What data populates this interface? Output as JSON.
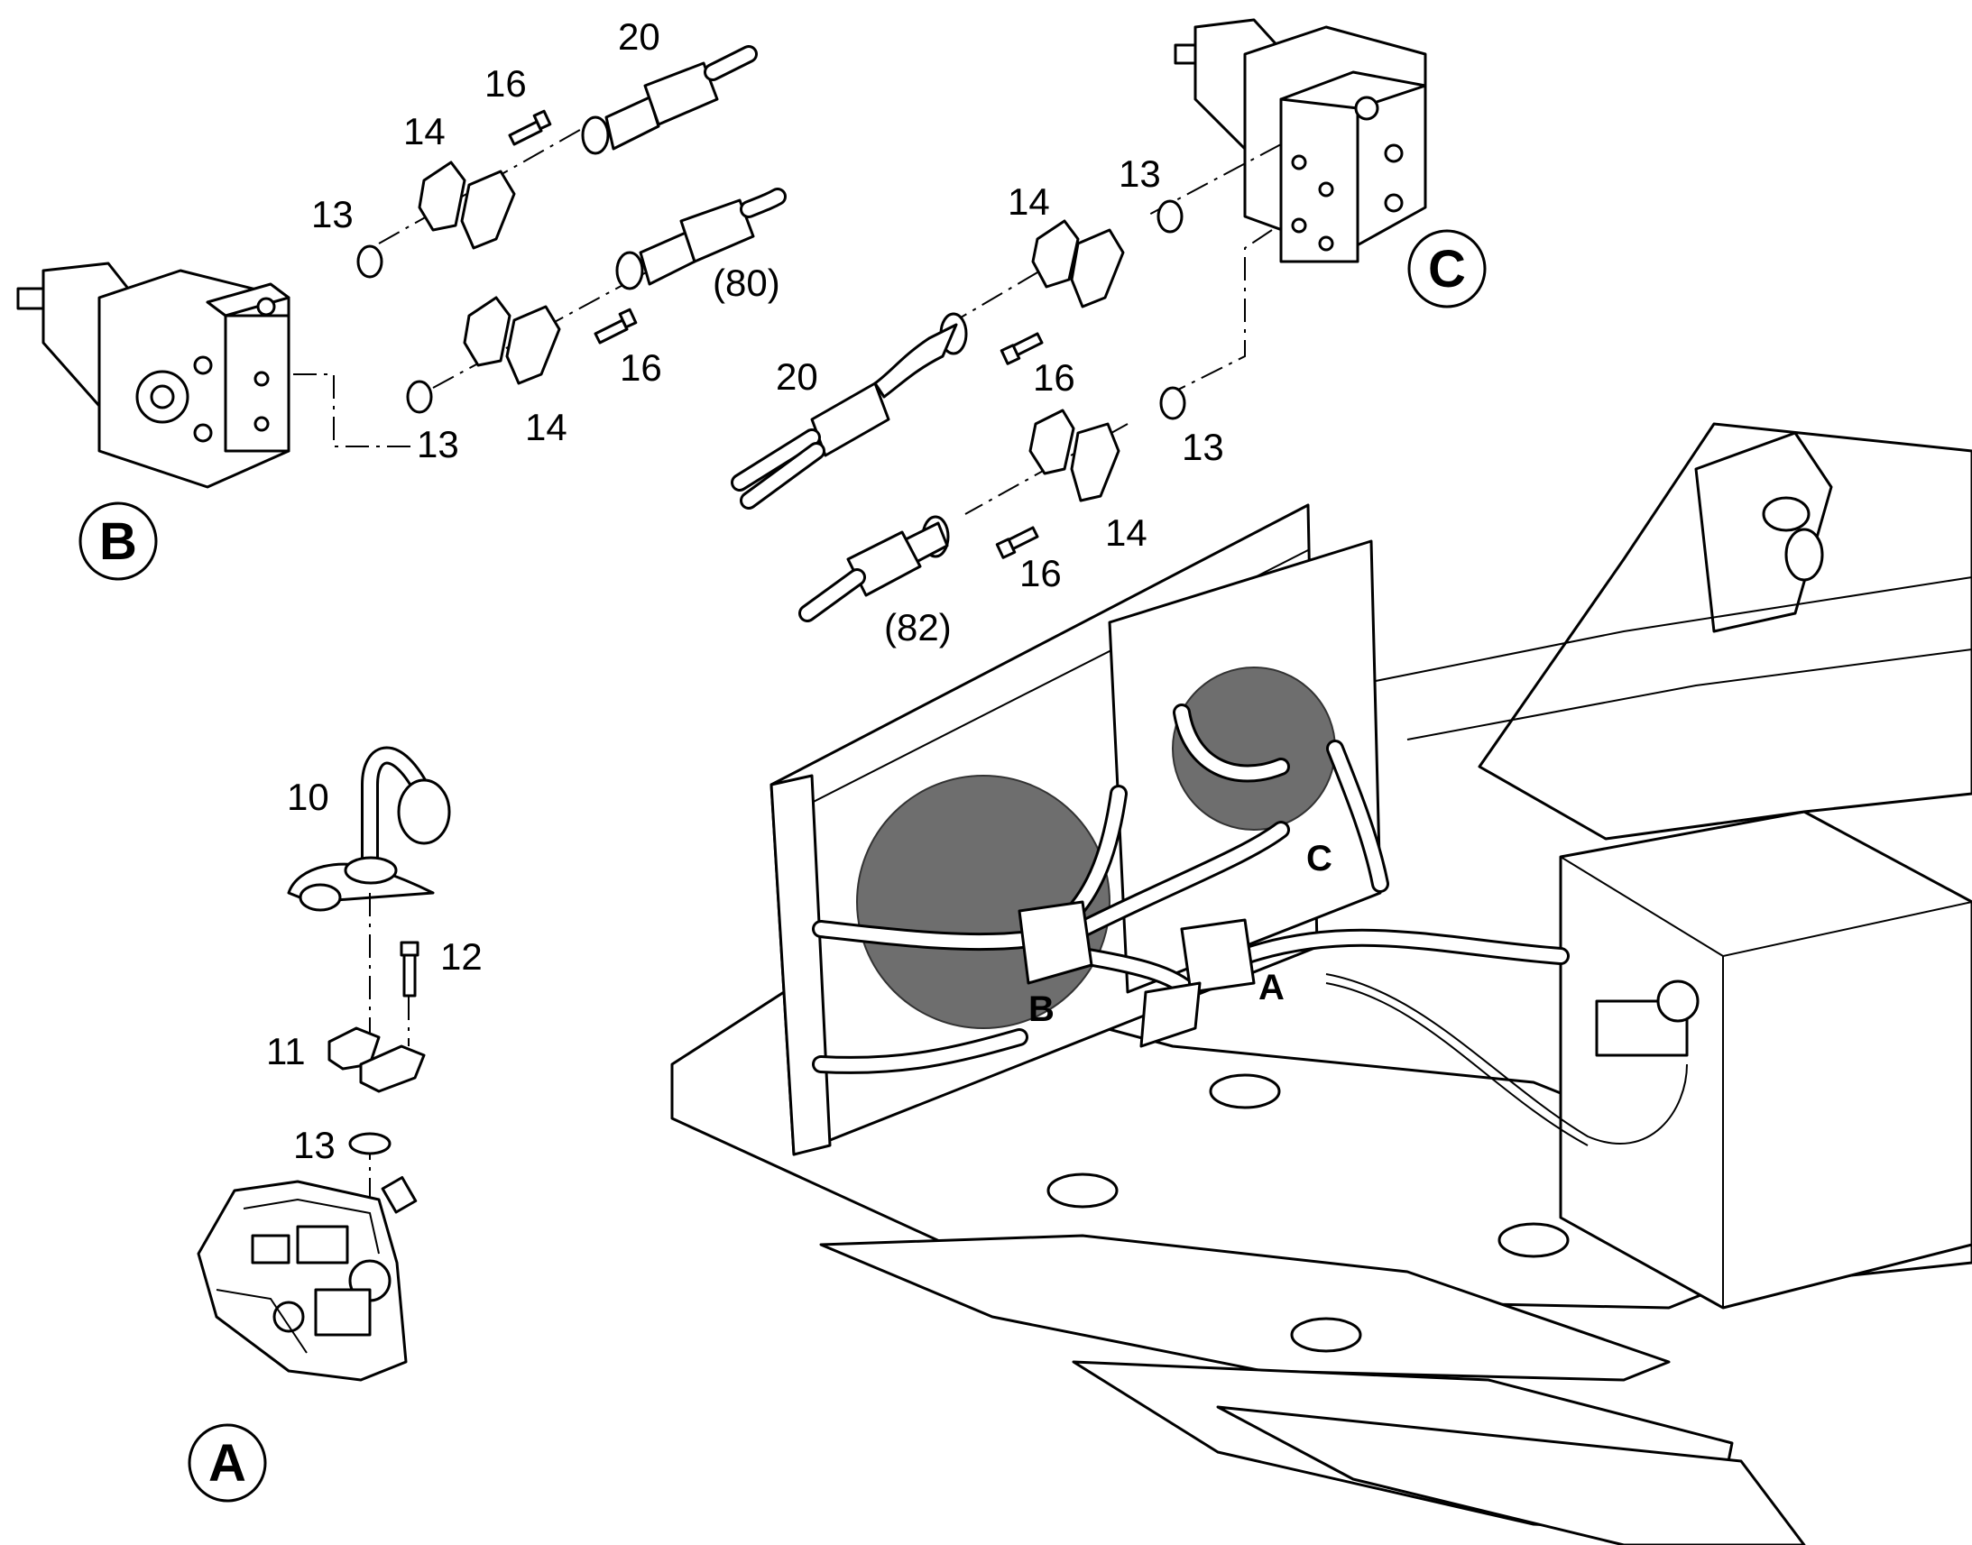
{
  "detail_labels": {
    "a": "A",
    "b": "B",
    "c": "C"
  },
  "location_labels": {
    "a": "A",
    "b": "B",
    "c": "C"
  },
  "detail_b": {
    "n20": "20",
    "n16_top": "16",
    "n14_top": "14",
    "n13_top": "13",
    "n80": "(80)",
    "n16_mid": "16",
    "n13_bot": "13",
    "n14_bot": "14"
  },
  "detail_c": {
    "n13_top": "13",
    "n14_top": "14",
    "n20": "20",
    "n16_top": "16",
    "n13_bot": "13",
    "n14_bot": "14",
    "n16_bot": "16",
    "n82": "(82)"
  },
  "detail_a": {
    "n10": "10",
    "n12": "12",
    "n11": "11",
    "n13": "13"
  }
}
